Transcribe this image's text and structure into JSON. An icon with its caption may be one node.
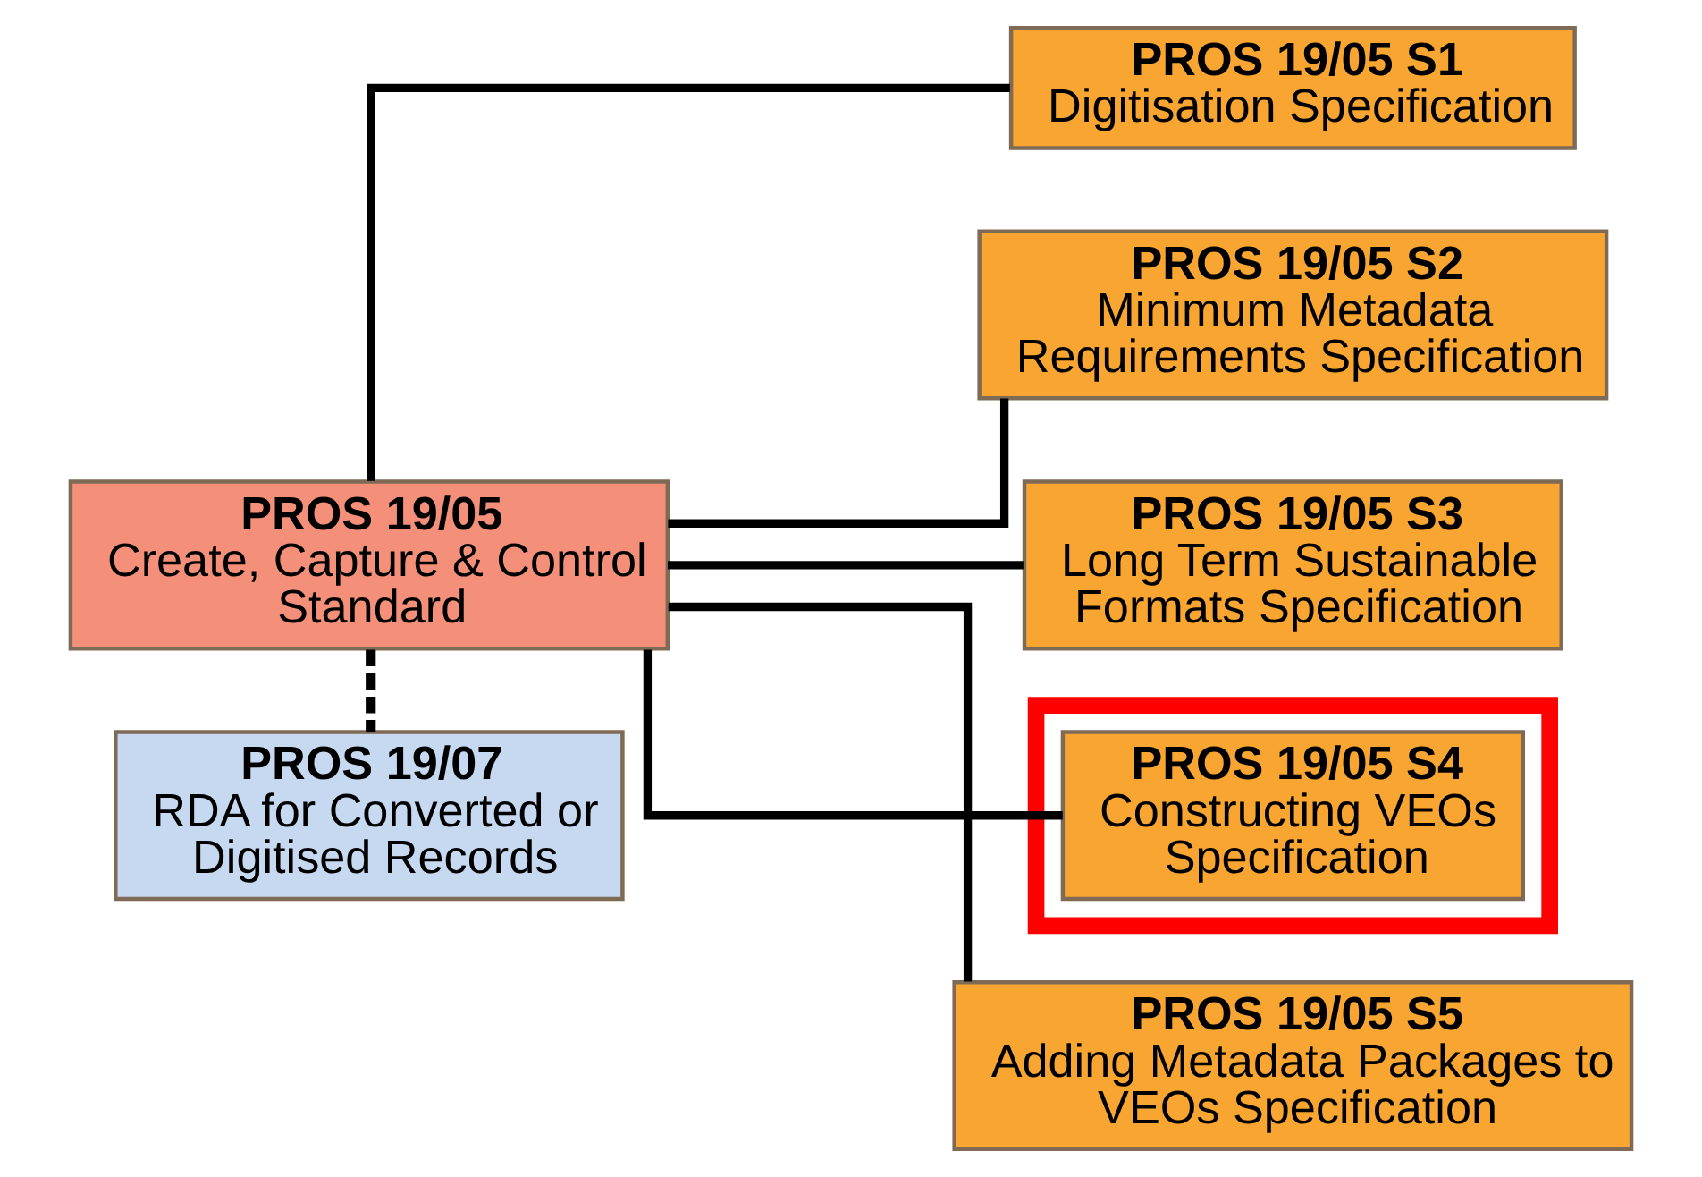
{
  "diagram": {
    "nodes": [
      {
        "text": [
          "PROS 19/05",
          "Create, Capture & Control Standard"
        ]
      },
      {
        "text": [
          "PROS 19/05 S1",
          "Digitisation Specification"
        ]
      },
      {
        "text": [
          "PROS 19/05 S2",
          "Minimum Metadata Requirements Specification"
        ]
      },
      {
        "text": [
          "PROS 19/05 S3",
          "Long Term Sustainable Formats Specification"
        ]
      },
      {
        "text": [],
        "shape": "box"
      },
      {
        "text": [
          "PROS 19/05 S4",
          "Constructing VEOs Specification"
        ],
        "in": 4
      },
      {
        "text": [
          "PROS 19/05 S5",
          "Adding Metadata Packages to VEOs Specification"
        ]
      },
      {
        "text": [
          "PROS 19/07",
          "RDA for Converted or Digitised Records"
        ]
      }
    ],
    "edges": [
      {
        "from": 0,
        "to": 1,
        "arrow": "none"
      },
      {
        "from": 0,
        "to": 2,
        "arrow": "none"
      },
      {
        "from": 0,
        "to": 3,
        "arrow": "none"
      },
      {
        "from": 0,
        "to": 5,
        "arrow": "none"
      },
      {
        "from": 0,
        "to": 6,
        "arrow": "none"
      },
      {
        "from": 0,
        "to": 7,
        "arrow": "none",
        "style": "dashed"
      }
    ]
  }
}
